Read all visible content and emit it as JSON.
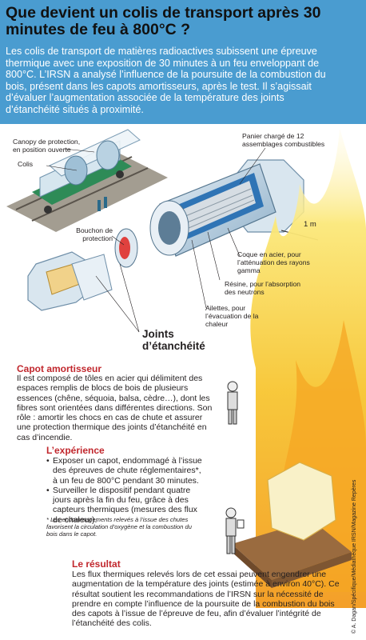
{
  "header": {
    "title": "Que devient un colis de transport après 30 minutes de feu à 800°C ?",
    "intro": "Les colis de transport de matières radioactives subissent une épreuve thermique avec une exposition de 30 minutes à un feu enveloppant de 800°C. L’IRSN a analysé l’influence de la poursuite de la combustion du bois, présent dans les capots amortisseurs, après le test. Il s’agissait d’évaluer l’augmentation associée de la température des joints d’étanchéité situés à proximité."
  },
  "labels": {
    "canopy": "Canopy de protection, en position ouverte",
    "colis": "Colis",
    "panier": "Panier chargé de 12 assemblages combustibles",
    "bouchon": "Bouchon de protection",
    "scale": "1 m",
    "coque": "Coque en acier, pour l’atténuation des rayons gamma",
    "resine": "Résine, pour l’absorption des neutrons",
    "ailettes": "Ailettes, pour l’évacuation de la chaleur",
    "joints": "Joints d’étanchéité"
  },
  "capot": {
    "title": "Capot amortisseur",
    "body": "Il est composé de tôles en acier qui délimitent des espaces remplis de blocs de bois de plusieurs essences (chêne, séquoia, balsa, cèdre…), dont les fibres sont orientées dans différentes directions. Son rôle : amortir les chocs en cas de chute et assurer une protection thermique des joints d’étanchéité en cas d’incendie."
  },
  "experience": {
    "title": "L’expérience",
    "items": [
      "Exposer un capot, endommagé à l’issue des épreuves de chute réglementaires*, à un feu de 800°C pendant 30 minutes.",
      "Surveiller le dispositif pendant quatre jours après la fin du feu, grâce à des capteurs thermiques (mesures des flux de chaleur)."
    ],
    "note": "* Les endommagements relevés à l’issue des chutes favorisent la circulation d’oxygène et la combustion du bois dans le capot."
  },
  "resultat": {
    "title": "Le résultat",
    "body": "Les flux thermiques relevés lors de cet essai peuvent engendrer une augmentation de la température des joints (estimée à environ 40°C). Ce résultat soutient les recommandations de l’IRSN sur la nécessité de prendre en compte l’influence de la poursuite de la combustion du bois des capots à l’issue de l’épreuve de feu, afin d’évaluer l’intégrité de l’étanchéité des colis."
  },
  "credit": "© A. Dagan/Spécifique/Médiathèque IRSN/Magazine Repères",
  "colors": {
    "header_bg": "#4a9cd0",
    "accent_red": "#c1272d",
    "steel_blue": "#a9c3d8",
    "fire_yellow": "#f7d63a",
    "fire_orange": "#f39a1e"
  }
}
